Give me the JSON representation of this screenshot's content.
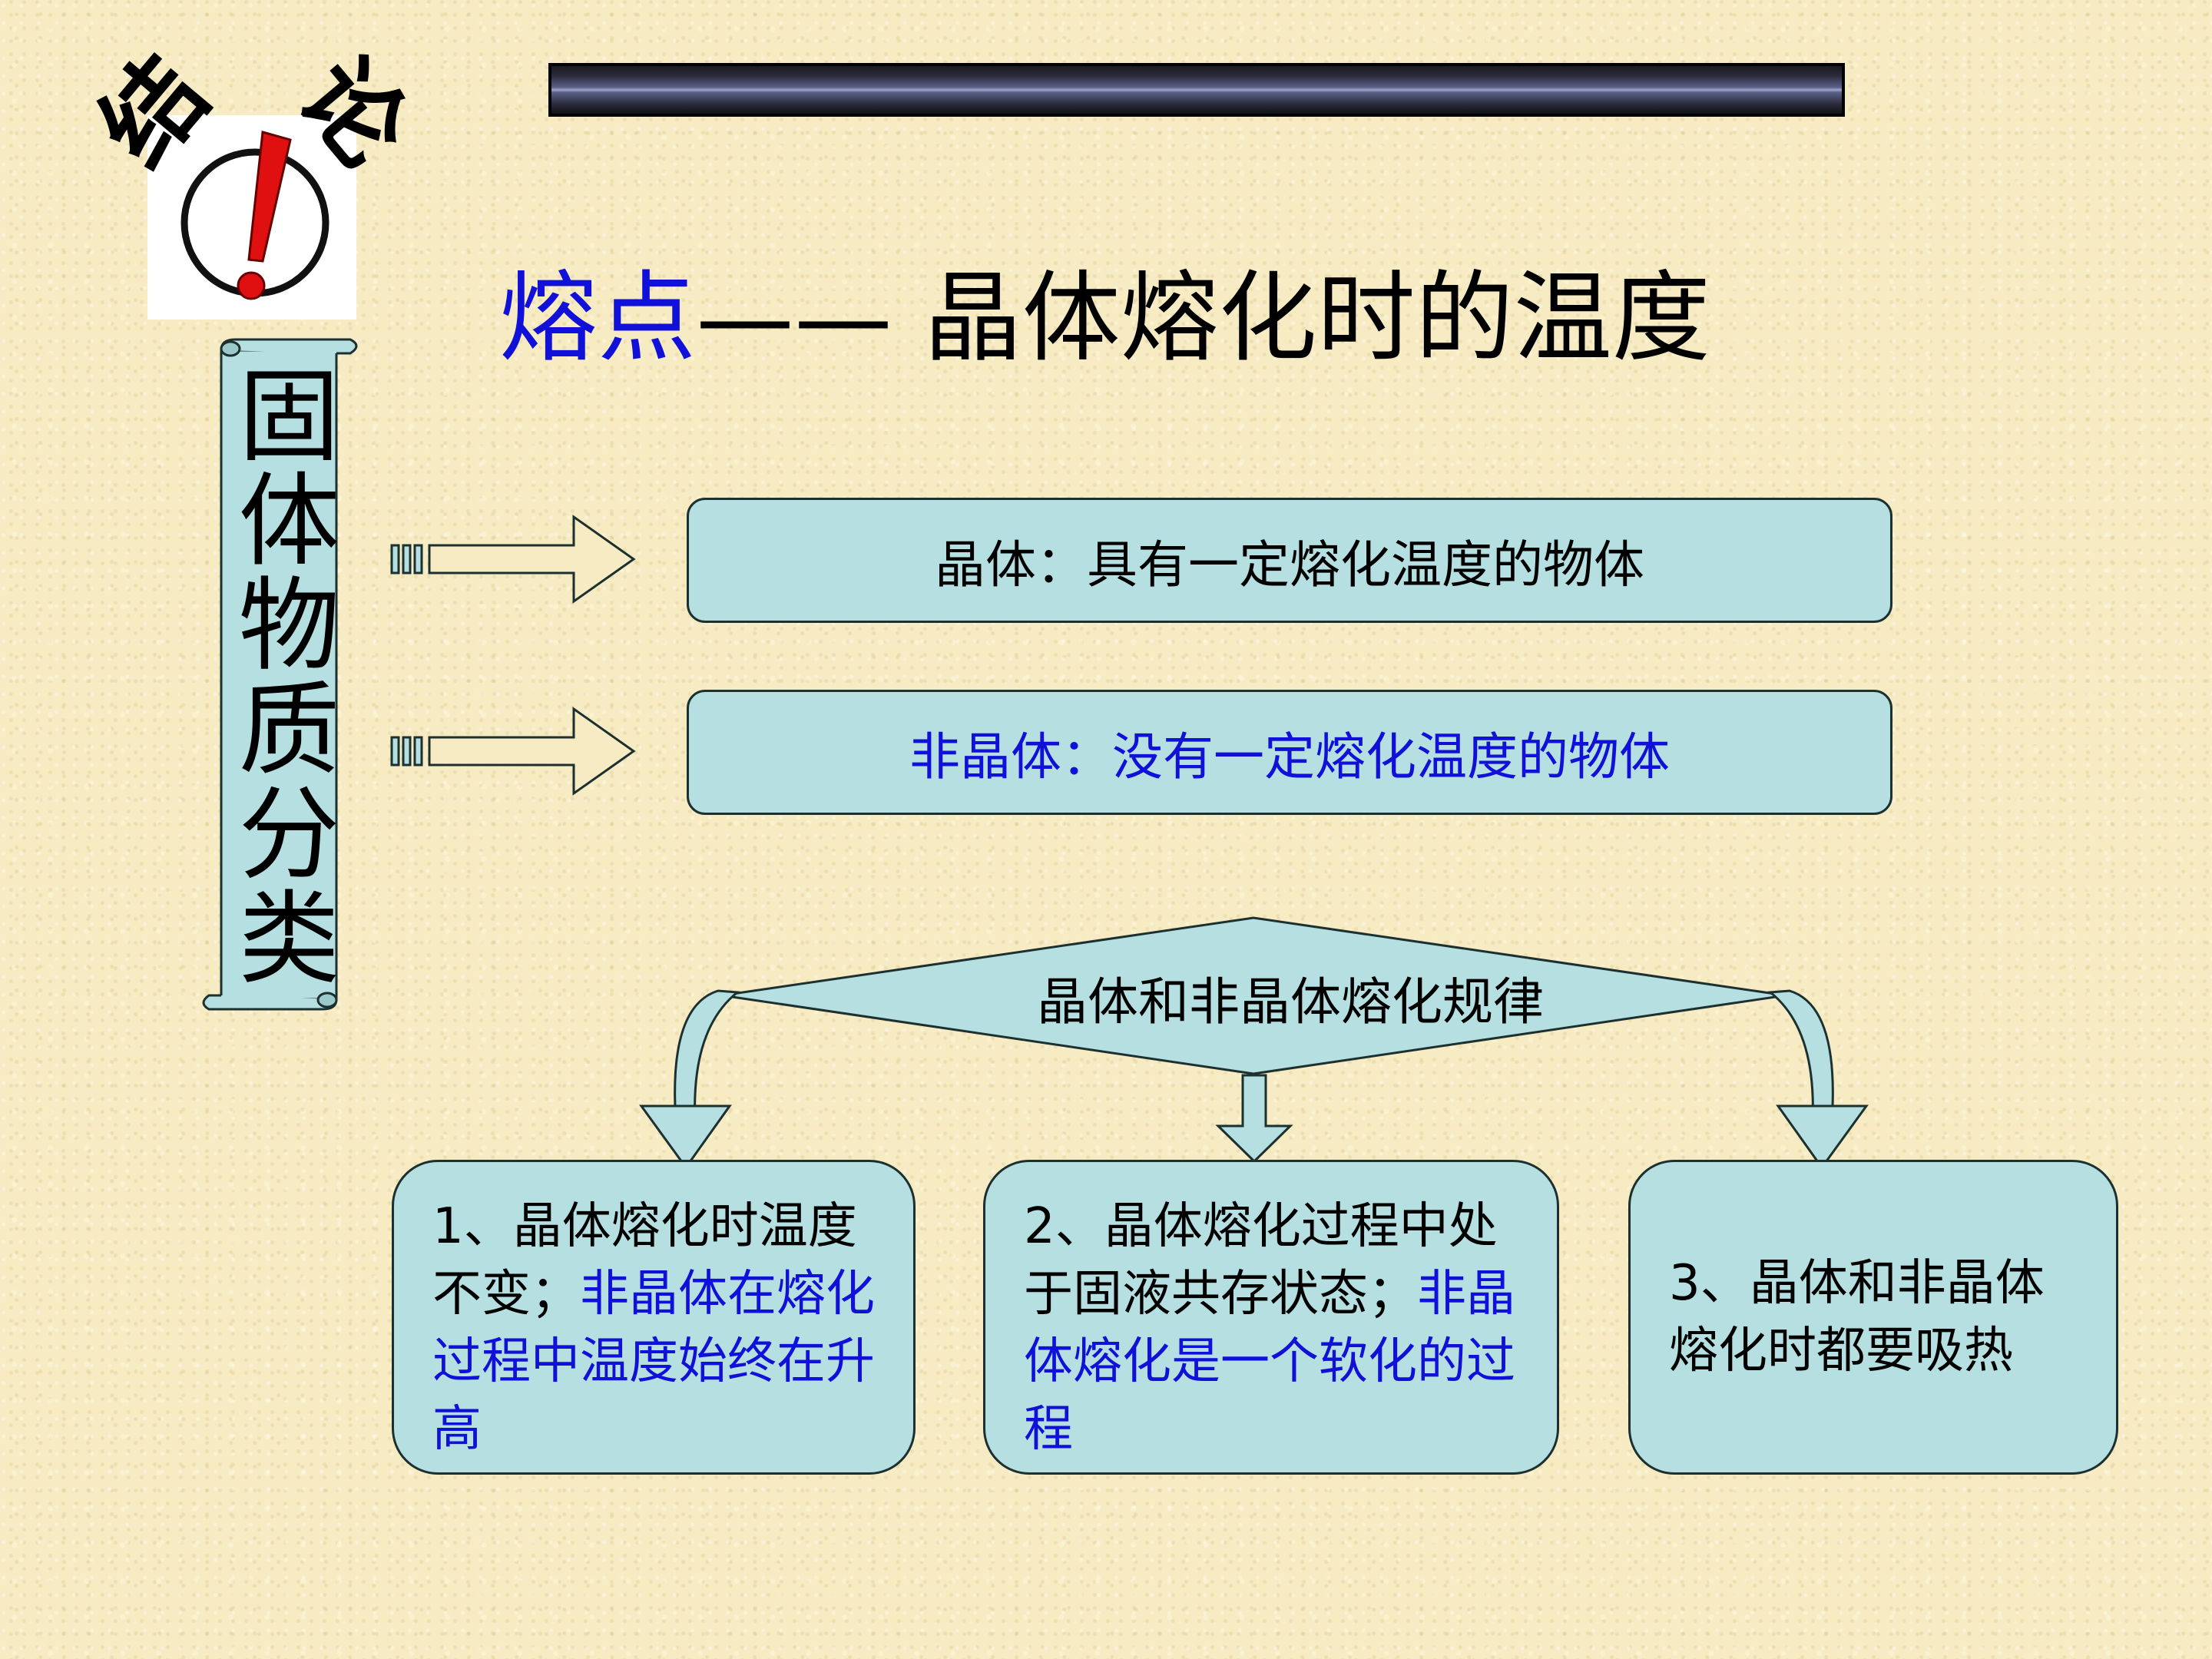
{
  "logo": {
    "chars": [
      "结",
      "论"
    ],
    "icon": "exclamation-circle-icon"
  },
  "title": {
    "highlight": "熔点",
    "rest": "—— 晶体熔化时的温度"
  },
  "scroll": {
    "label": "固体物质分类"
  },
  "classification": {
    "crystal": "晶体：具有一定熔化温度的物体",
    "noncrystal": "非晶体：没有一定熔化温度的物体"
  },
  "rules": {
    "heading": "晶体和非晶体熔化规律",
    "items": [
      {
        "black": "1、晶体熔化时温度不变；",
        "blue": "非晶体在熔化过程中温度始终在升高"
      },
      {
        "black": "2、晶体熔化过程中处于固液共存状态；",
        "blue": "非晶体熔化是一个软化的过程"
      },
      {
        "black": "3、晶体和非晶体熔化时都要吸热",
        "blue": ""
      }
    ]
  },
  "colors": {
    "background": "#f6ebc3",
    "box_fill": "#b5dfe0",
    "highlight_text": "#1010d8"
  }
}
